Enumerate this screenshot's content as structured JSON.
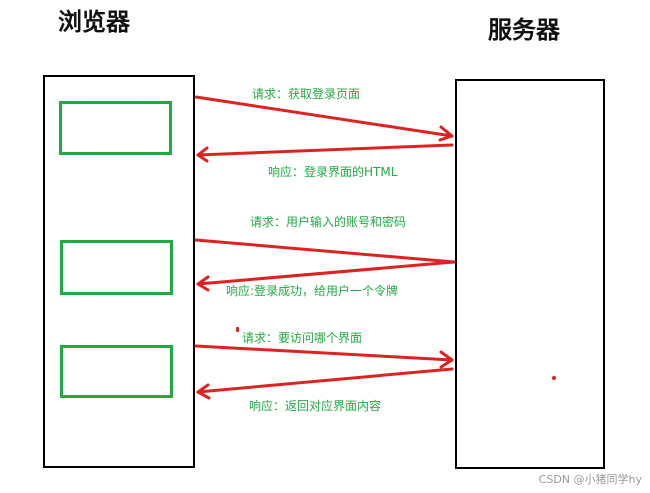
{
  "titles": {
    "browser": "浏览器",
    "server": "服务器"
  },
  "messages": [
    "请求：获取登录页面",
    "响应：登录界面的HTML",
    "请求：用户输入的账号和密码",
    "响应:登录成功，给用户一个令牌",
    "请求：要访问哪个界面",
    "响应：返回对应界面内容"
  ],
  "watermark": "CSDN @小猪同学hy",
  "colors": {
    "arrow": "#dd2222",
    "label": "#22aa44",
    "slot_border": "#22aa44",
    "box_border": "#000000"
  }
}
